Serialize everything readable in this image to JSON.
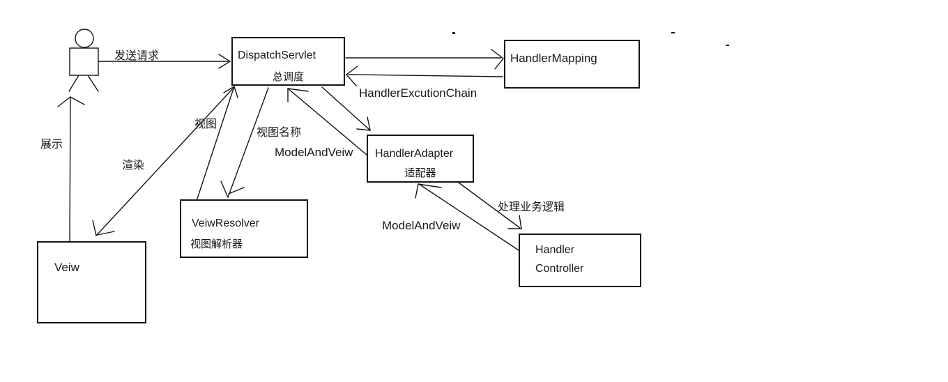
{
  "colors": {
    "background": "#ffffff",
    "stroke": "#141414",
    "text": "#1a1a1a"
  },
  "diagram": {
    "type": "flow-diagram",
    "nodes": {
      "actor": {
        "kind": "stick-figure-user"
      },
      "dispatch_servlet": {
        "title": "DispatchServlet",
        "subtitle": "总调度"
      },
      "handler_mapping": {
        "title": "HandlerMapping"
      },
      "handler_adapter": {
        "title": "HandlerAdapter",
        "subtitle": "适配器"
      },
      "veiw_resolver": {
        "title": "VeiwResolver",
        "subtitle": "视图解析器"
      },
      "veiw": {
        "title": "Veiw"
      },
      "handler_controller": {
        "title": "Handler",
        "title2": "Controller"
      }
    },
    "edges": [
      {
        "from": "actor",
        "to": "dispatch_servlet",
        "label": "发送请求"
      },
      {
        "from": "dispatch_servlet",
        "to": "handler_mapping",
        "label": ""
      },
      {
        "from": "handler_mapping",
        "to": "dispatch_servlet",
        "label": "HandlerExcutionChain"
      },
      {
        "from": "dispatch_servlet",
        "to": "handler_adapter",
        "label": ""
      },
      {
        "from": "handler_adapter",
        "to": "dispatch_servlet",
        "label": "ModelAndVeiw"
      },
      {
        "from": "dispatch_servlet",
        "to": "veiw_resolver",
        "label": "视图名称"
      },
      {
        "from": "veiw_resolver",
        "to": "dispatch_servlet",
        "label": "视图"
      },
      {
        "from": "dispatch_servlet",
        "to": "veiw",
        "label": "渲染"
      },
      {
        "from": "veiw",
        "to": "actor",
        "label": "展示"
      },
      {
        "from": "handler_adapter",
        "to": "handler_controller",
        "label": "处理业务逻辑"
      },
      {
        "from": "handler_controller",
        "to": "handler_adapter",
        "label": "ModelAndVeiw"
      }
    ]
  }
}
